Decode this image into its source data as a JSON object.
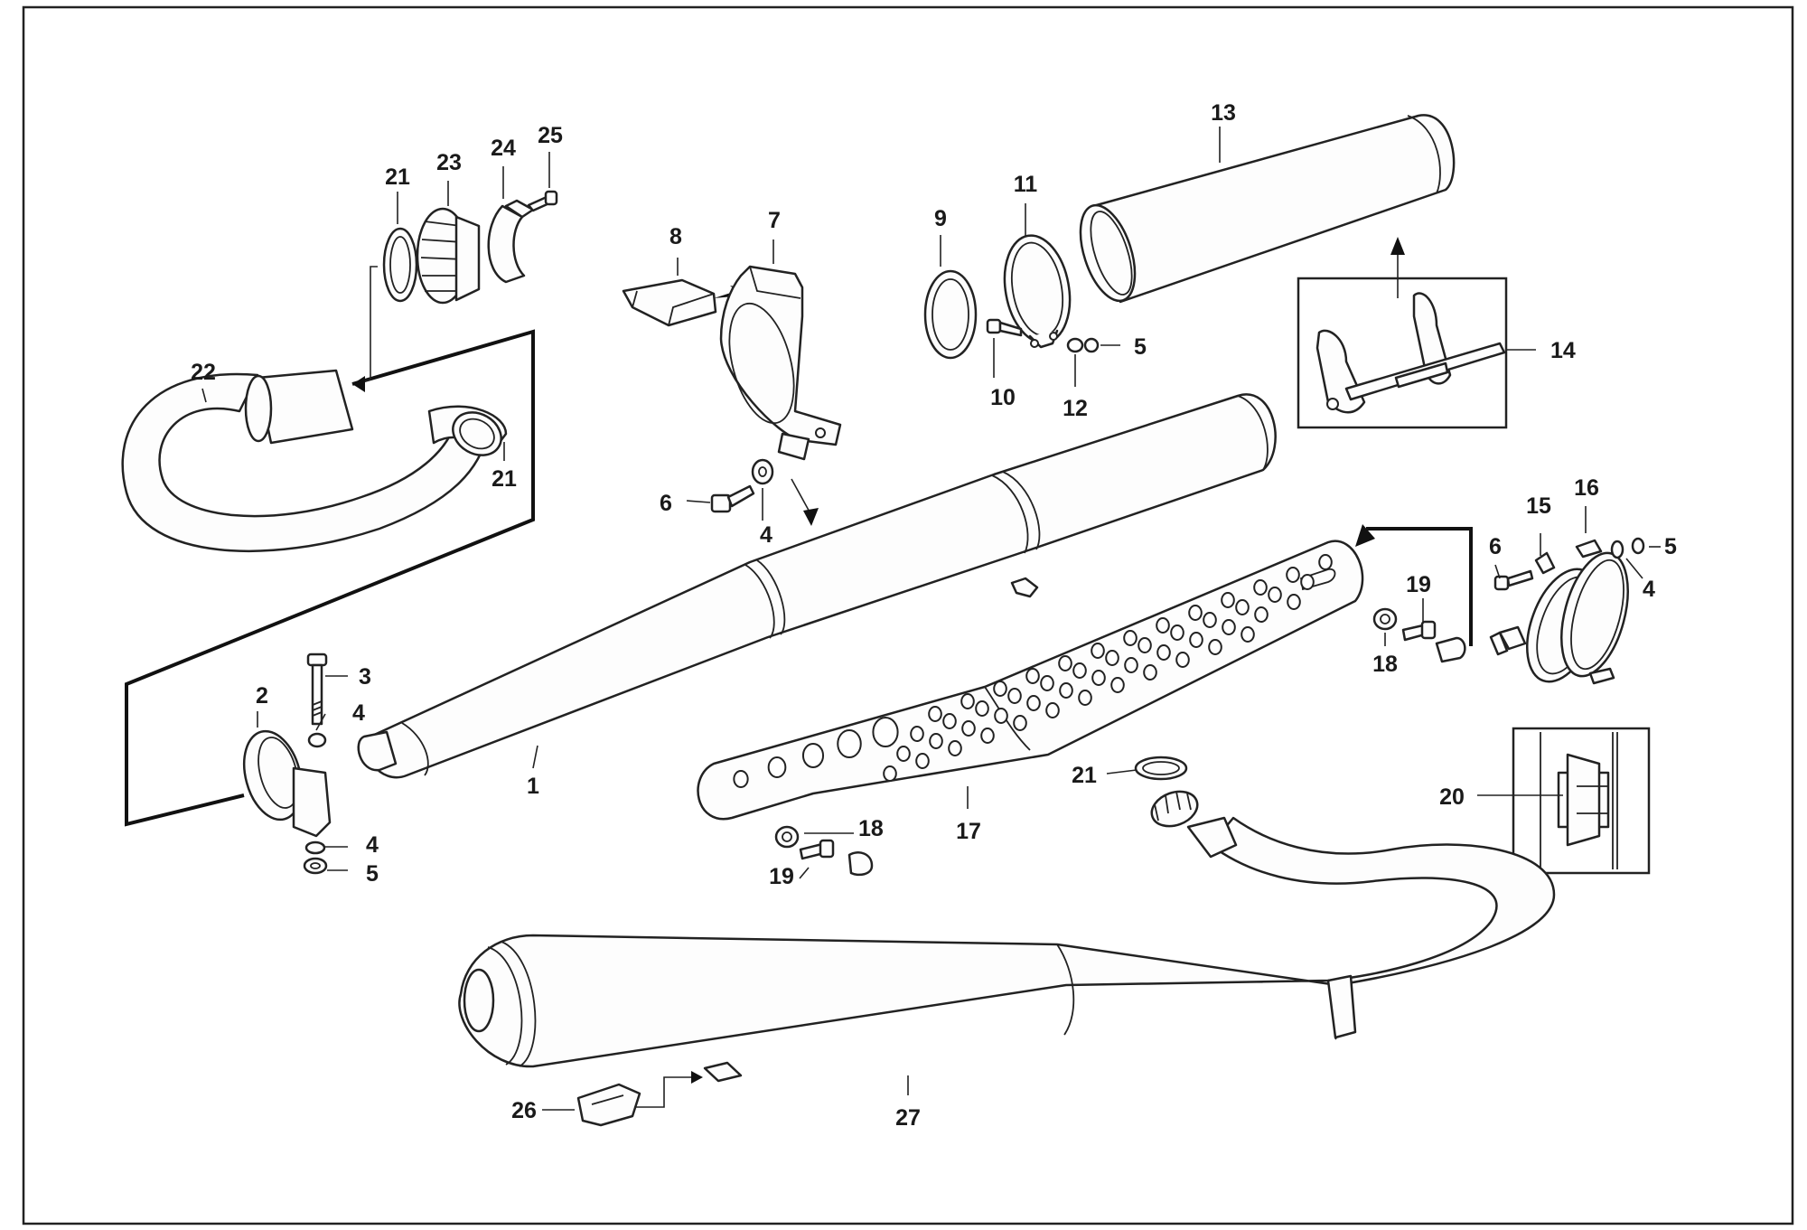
{
  "callouts": {
    "c1": "1",
    "c2": "2",
    "c3": "3",
    "c4a": "4",
    "c4b": "4",
    "c4c": "4",
    "c4d": "4",
    "c5a": "5",
    "c5b": "5",
    "c5c": "5",
    "c6a": "6",
    "c6b": "6",
    "c7": "7",
    "c8": "8",
    "c9": "9",
    "c10": "10",
    "c11": "11",
    "c12": "12",
    "c13": "13",
    "c14": "14",
    "c15": "15",
    "c16": "16",
    "c17": "17",
    "c18a": "18",
    "c18b": "18",
    "c19a": "19",
    "c19b": "19",
    "c20": "20",
    "c21a": "21",
    "c21b": "21",
    "c21c": "21",
    "c22": "22",
    "c23": "23",
    "c24": "24",
    "c25": "25",
    "c26": "26",
    "c27": "27"
  }
}
